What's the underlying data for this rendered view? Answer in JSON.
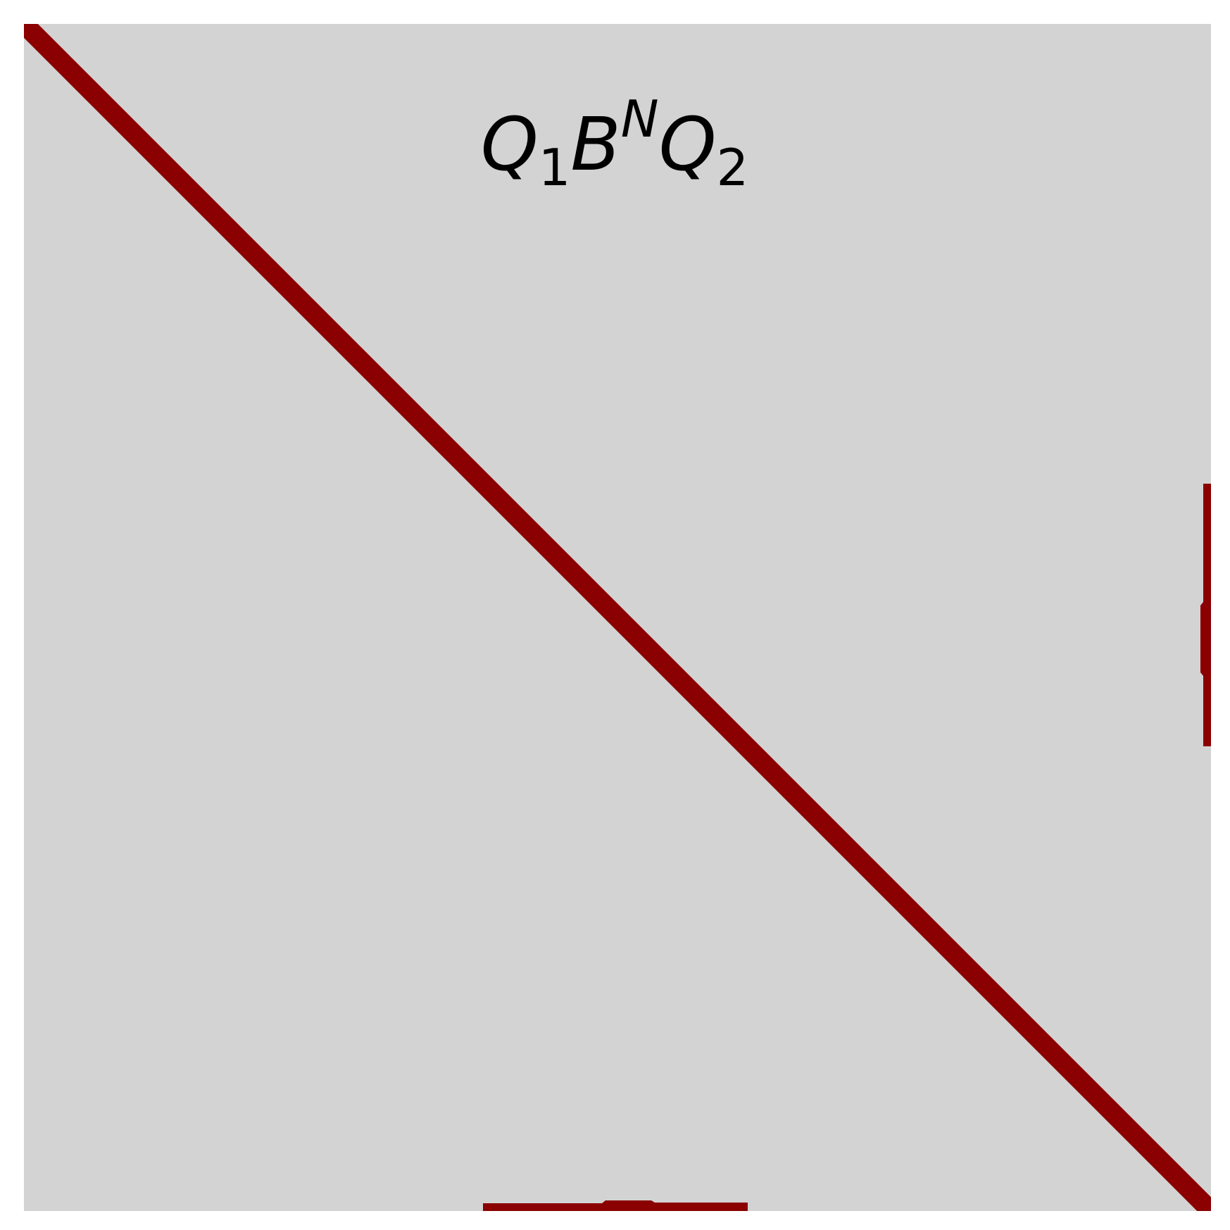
{
  "diagram": {
    "title": {
      "base1": "Q",
      "sub1": "1",
      "base2": "B",
      "sup": "N",
      "base3": "Q",
      "sub2": "2"
    },
    "colors": {
      "background": "#d3d3d3",
      "stroke": "#8b0000",
      "page": "#ffffff",
      "text": "#000000"
    }
  }
}
